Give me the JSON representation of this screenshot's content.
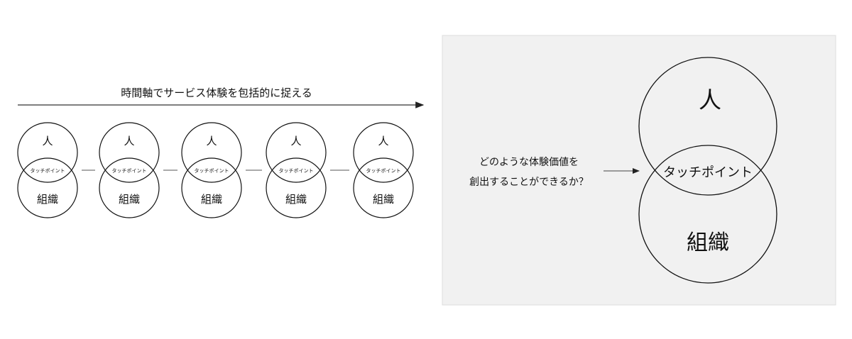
{
  "timeline": {
    "title": "時間軸でサービス体験を包括的に捉える",
    "steps": [
      {
        "person": "人",
        "touchpoint": "タッチポイント",
        "organization": "組織"
      },
      {
        "person": "人",
        "touchpoint": "タッチポイント",
        "organization": "組織"
      },
      {
        "person": "人",
        "touchpoint": "タッチポイント",
        "organization": "組織"
      },
      {
        "person": "人",
        "touchpoint": "タッチポイント",
        "organization": "組織"
      },
      {
        "person": "人",
        "touchpoint": "タッチポイント",
        "organization": "組織"
      }
    ]
  },
  "focus": {
    "question_line1": "どのような体験価値を",
    "question_line2": "創出することができるか？",
    "person": "人",
    "touchpoint": "タッチポイント",
    "organization": "組織",
    "panel_color": "#f1f1f1"
  }
}
